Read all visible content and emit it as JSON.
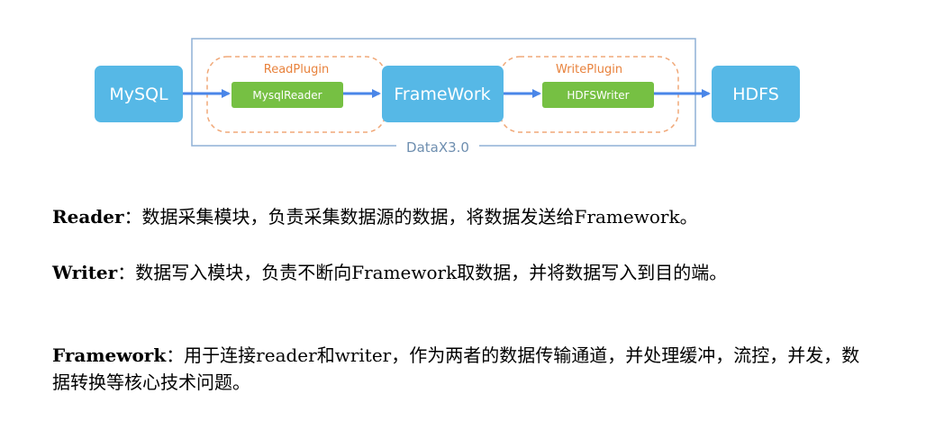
{
  "diagram": {
    "source_box": "MySQL",
    "reader_group": "ReadPlugin",
    "reader_plugin": "MysqlReader",
    "framework_box": "FrameWork",
    "writer_group": "WritePlugin",
    "writer_plugin": "HDFSWriter",
    "target_box": "HDFS",
    "frame_label": "DataX3.0"
  },
  "colors": {
    "blue_box": "#56b8e6",
    "green_box": "#76c043",
    "arrow": "#4a86e8",
    "dashed_border": "#f0a878",
    "frame_border": "#8fb1d6"
  },
  "descriptions": [
    {
      "term": "Reader",
      "text": "：数据采集模块，负责采集数据源的数据，将数据发送给Framework。"
    },
    {
      "term": "Writer",
      "text": "：数据写入模块，负责不断向Framework取数据，并将数据写入到目的端。"
    },
    {
      "term": "Framework",
      "text": "：用于连接reader和writer，作为两者的数据传输通道，并处理缓冲，流控，并发，数据转换等核心技术问题。"
    }
  ]
}
